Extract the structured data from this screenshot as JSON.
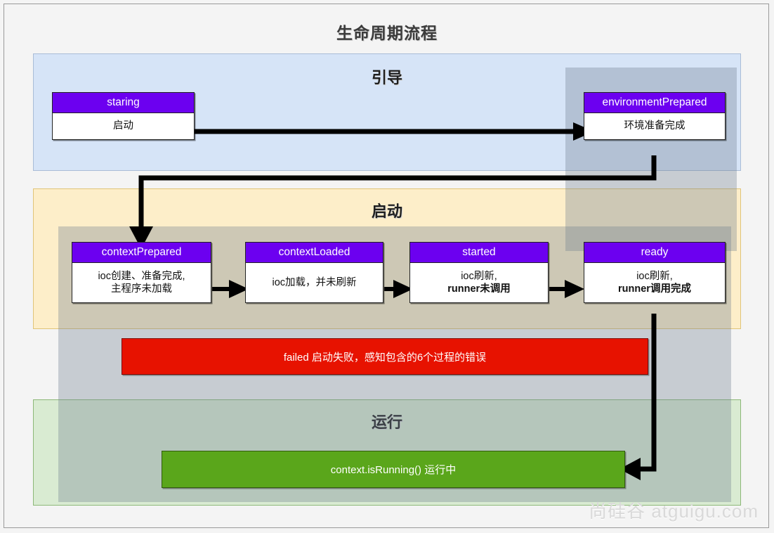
{
  "diagram": {
    "title": "生命周期流程",
    "watermark": "尚硅谷 atguigu.com"
  },
  "lanes": [
    {
      "id": "boot",
      "title": "引导"
    },
    {
      "id": "startup",
      "title": "启动"
    },
    {
      "id": "running",
      "title": "运行"
    }
  ],
  "nodes": {
    "staring": {
      "name": "staring",
      "desc": "启动"
    },
    "environment_prepared": {
      "name": "environmentPrepared",
      "desc": "环境准备完成"
    },
    "context_prepared": {
      "name": "contextPrepared",
      "desc_line1": "ioc创建、准备完成,",
      "desc_line2": "主程序未加载"
    },
    "context_loaded": {
      "name": "contextLoaded",
      "desc": "ioc加载，并未刷新"
    },
    "started": {
      "name": "started",
      "desc_line1": "ioc刷新,",
      "desc_line2": "runner未调用"
    },
    "ready": {
      "name": "ready",
      "desc_line1": "ioc刷新,",
      "desc_line2": "runner调用完成"
    }
  },
  "banners": {
    "failed": {
      "text": "failed  启动失败，感知包含的6个过程的错误"
    },
    "running": {
      "text": "context.isRunning() 运行中"
    }
  },
  "colors": {
    "node_header": "#6C00F0",
    "failed_bar": "#E71200",
    "running_bar": "#5AA61B",
    "lane_boot_bg": "#D6E4F7",
    "lane_startup_bg": "#FDEEC9",
    "lane_running_bg": "#D9EBD2",
    "overlay": "rgba(110,125,145,0.34)",
    "connector": "#000000"
  },
  "flow": {
    "edges": [
      {
        "from": "staring",
        "to": "environmentPrepared"
      },
      {
        "from": "environmentPrepared",
        "to": "contextPrepared"
      },
      {
        "from": "contextPrepared",
        "to": "contextLoaded"
      },
      {
        "from": "contextLoaded",
        "to": "started"
      },
      {
        "from": "started",
        "to": "ready"
      },
      {
        "from": "ready",
        "to": "context.isRunning()"
      }
    ]
  }
}
